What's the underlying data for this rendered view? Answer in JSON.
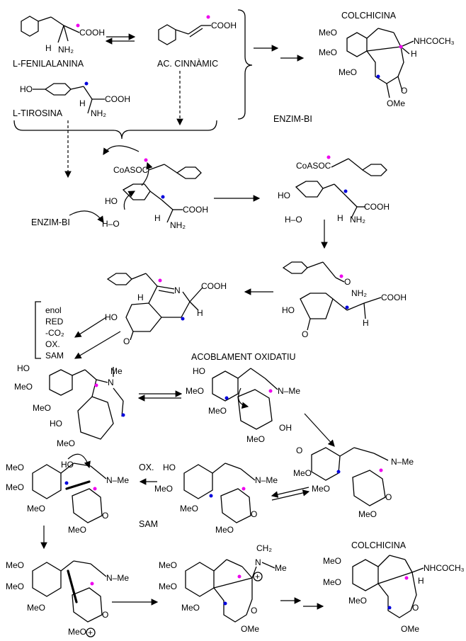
{
  "labels": {
    "colchicina_top": "COLCHICINA",
    "colchicina_bottom": "COLCHICINA",
    "phe_name": "L-FENILALANINA",
    "tyr_name": "L-TIROSINA",
    "cinnamic_name": "AC. CINNÀMIC",
    "enzim_bi_1": "ENZIM-BI",
    "enzim_bi_2": "ENZIM-BI",
    "acoblament": "ACOBLAMENT  OXIDATIU",
    "ox": "OX.",
    "sam": "SAM"
  },
  "conditions": [
    "enol",
    "RED",
    "-CO₂",
    "OX.",
    "SAM"
  ],
  "groups": {
    "cooh": "COOH",
    "nh2": "NH₂",
    "h": "H",
    "ho": "HO",
    "oh": "OH",
    "meo": "MeO",
    "ome": "OMe",
    "me": "Me",
    "n": "N",
    "o": "O",
    "coaso": "CoASOC",
    "nhcoch3": "NHCOCH₃",
    "ch2": "CH₂",
    "h_o": "H–O",
    "nme": "N–Me"
  },
  "colors": {
    "magenta": "#ee00ee",
    "blue": "#0000dd",
    "ink": "#000000"
  }
}
